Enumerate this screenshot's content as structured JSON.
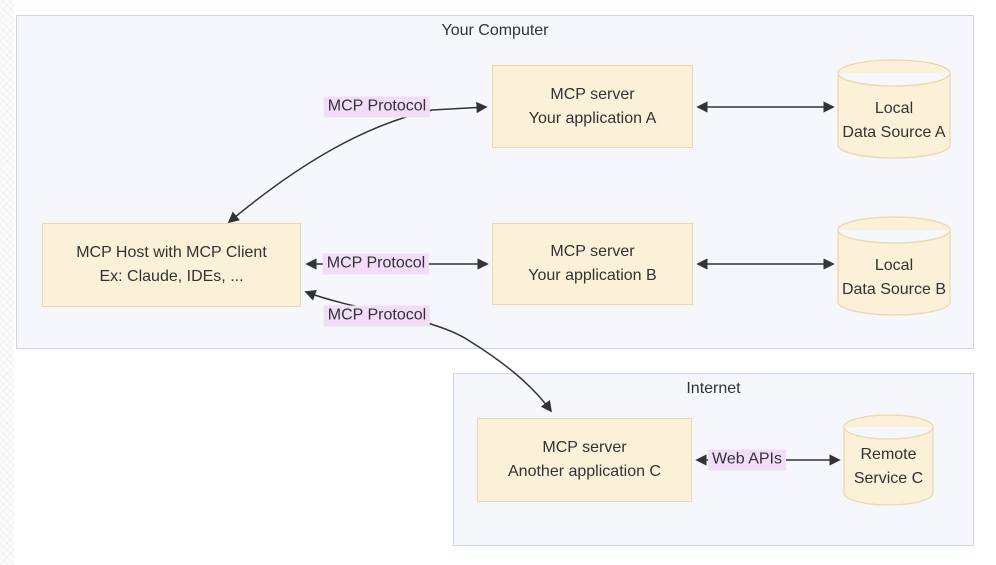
{
  "diagram": {
    "clusters": {
      "your_computer": {
        "title": "Your Computer"
      },
      "internet": {
        "title": "Internet"
      }
    },
    "nodes": {
      "host": {
        "line1": "MCP Host with MCP Client",
        "line2": "Ex: Claude, IDEs, ..."
      },
      "server_a": {
        "line1": "MCP server",
        "line2": "Your application A"
      },
      "server_b": {
        "line1": "MCP server",
        "line2": "Your application B"
      },
      "server_c": {
        "line1": "MCP server",
        "line2": "Another application C"
      },
      "data_a": {
        "line1": "Local",
        "line2": "Data Source A"
      },
      "data_b": {
        "line1": "Local",
        "line2": "Data Source B"
      },
      "service_c": {
        "line1": "Remote",
        "line2": "Service C"
      }
    },
    "edge_labels": {
      "protocol_a": "MCP Protocol",
      "protocol_b": "MCP Protocol",
      "protocol_c": "MCP Protocol",
      "web_apis": "Web APIs"
    },
    "colors": {
      "node_fill": "#FBF0D8",
      "node_border": "#EBD9AC",
      "cluster_fill": "#F5F7FD",
      "cluster_border": "#C8D6F0",
      "label_bg": "#F2DDF8",
      "arrow": "#333333",
      "text": "#333333"
    }
  }
}
